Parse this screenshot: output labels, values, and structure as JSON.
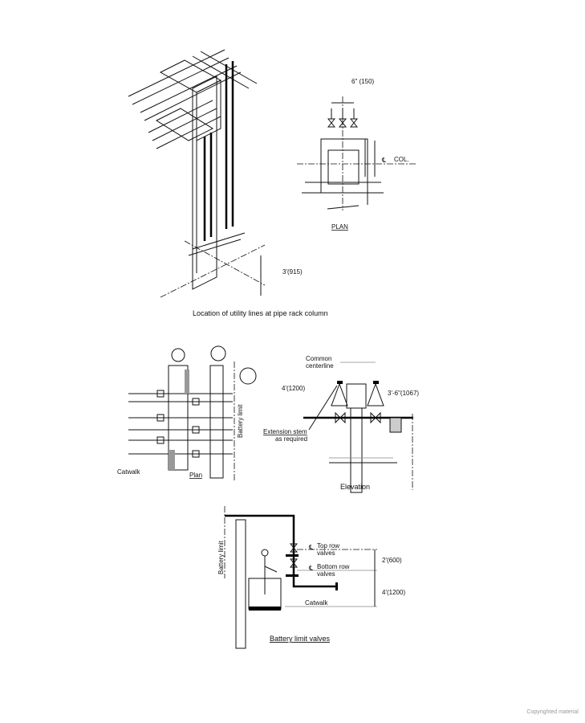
{
  "figure1": {
    "caption": "Location of utility lines at pipe rack column",
    "iso_dimension": "3'(915)",
    "plan": {
      "spacing": "6\" (150)",
      "col_label": "COL.",
      "centerline_symbol": "℄",
      "title": "PLAN"
    }
  },
  "figure2": {
    "plan": {
      "battery_limit": "Battery limit",
      "catwalk": "Catwalk",
      "title": "Plan"
    },
    "elevation": {
      "common_centerline_1": "Common",
      "common_centerline_2": "centerline",
      "dim_left": "4'(1200)",
      "dim_right": "3'-6\"(1067)",
      "extension_stem_1": "Extension stem",
      "extension_stem_2": "as required",
      "title": "Elevation"
    }
  },
  "figure3": {
    "battery_limit": "Battery limit",
    "top_row_1": "Top row",
    "top_row_2": "valves",
    "bottom_row_1": "Bottom row",
    "bottom_row_2": "valves",
    "dim_top": "2'(600)",
    "dim_bottom": "4'(1200)",
    "catwalk": "Catwalk",
    "title": "Battery limit valves",
    "centerline_symbol": "℄"
  },
  "footer": {
    "copyright": "Copyrighted material"
  }
}
